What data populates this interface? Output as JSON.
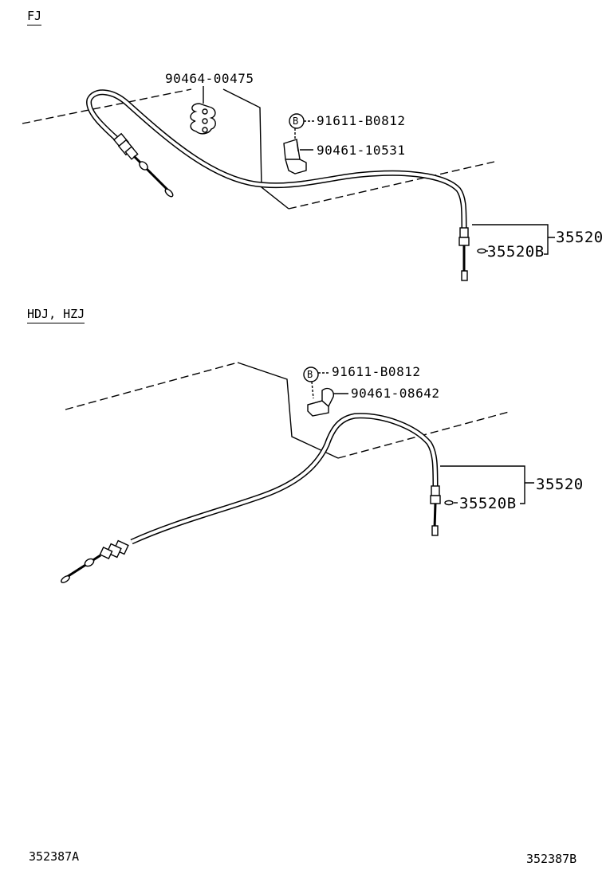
{
  "sections": [
    {
      "title": "FJ",
      "parts": {
        "clamp": "90464-00475",
        "bolt_symbol": "B",
        "bolt": "91611-B0812",
        "bracket": "90461-10531",
        "cable_assy": "35520",
        "cable_sub": "35520B"
      }
    },
    {
      "title": "HDJ, HZJ",
      "parts": {
        "bolt_symbol": "B",
        "bolt": "91611-B0812",
        "bracket": "90461-08642",
        "cable_assy": "35520",
        "cable_sub": "35520B"
      }
    }
  ],
  "footer": {
    "left_code": "352387A",
    "right_code": "352387B"
  }
}
